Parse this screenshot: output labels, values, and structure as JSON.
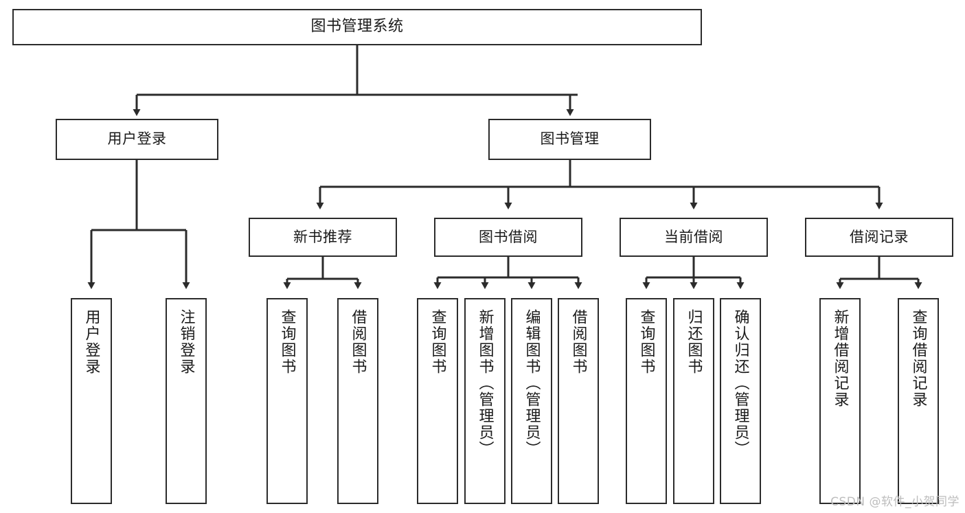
{
  "diagram": {
    "title": "图书管理系统",
    "type": "tree-hierarchy-diagram",
    "colors": {
      "stroke": "#2b2b2b",
      "fill": "#ffffff",
      "text": "#1a1a1a",
      "watermark": "#bdbdbd"
    },
    "watermark": "CSDN @软件_小贺同学",
    "nodes": {
      "root": {
        "label": "图书管理系统"
      },
      "level2": [
        {
          "id": "user-login",
          "label": "用户登录"
        },
        {
          "id": "book-manage",
          "label": "图书管理"
        }
      ],
      "level3": [
        {
          "id": "new-book-recommend",
          "label": "新书推荐"
        },
        {
          "id": "book-borrow",
          "label": "图书借阅"
        },
        {
          "id": "current-borrow",
          "label": "当前借阅"
        },
        {
          "id": "borrow-record",
          "label": "借阅记录"
        }
      ],
      "leaves": {
        "user-login": [
          {
            "id": "leaf-user-login",
            "label": "用户登录"
          },
          {
            "id": "leaf-logout",
            "label": "注销登录"
          }
        ],
        "new-book-recommend": [
          {
            "id": "leaf-query-book-1",
            "label": "查询图书"
          },
          {
            "id": "leaf-borrow-book-1",
            "label": "借阅图书"
          }
        ],
        "book-borrow": [
          {
            "id": "leaf-query-book-2",
            "label": "查询图书"
          },
          {
            "id": "leaf-add-book",
            "label": "新增图书（管理员）"
          },
          {
            "id": "leaf-edit-book",
            "label": "编辑图书（管理员）"
          },
          {
            "id": "leaf-borrow-book-2",
            "label": "借阅图书"
          }
        ],
        "current-borrow": [
          {
            "id": "leaf-query-book-3",
            "label": "查询图书"
          },
          {
            "id": "leaf-return-book",
            "label": "归还图书"
          },
          {
            "id": "leaf-confirm-return",
            "label": "确认归还（管理员）"
          }
        ],
        "borrow-record": [
          {
            "id": "leaf-add-record",
            "label": "新增借阅记录"
          },
          {
            "id": "leaf-query-record",
            "label": "查询借阅记录"
          }
        ]
      }
    }
  }
}
